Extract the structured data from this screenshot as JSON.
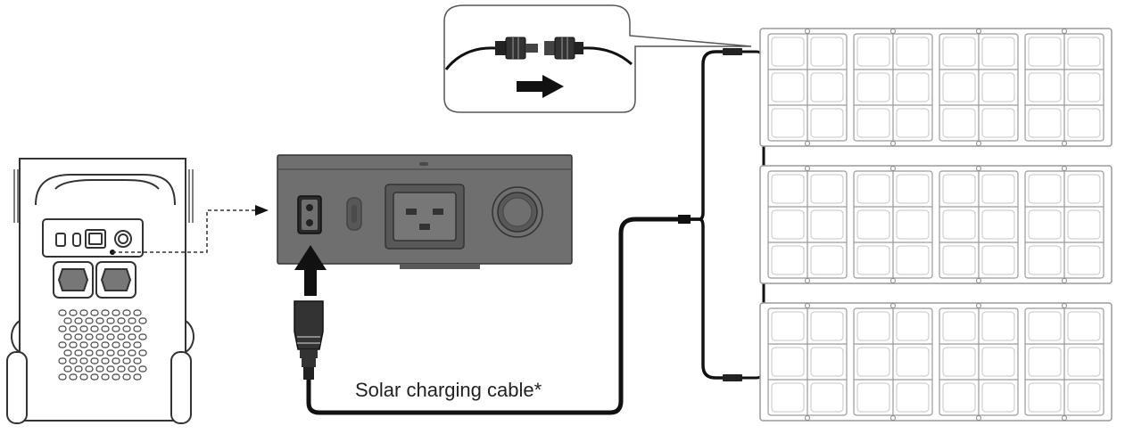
{
  "diagram": {
    "cable_label": "Solar charging cable*",
    "colors": {
      "line": "#333333",
      "panel_fill": "#ffffff",
      "panel_stroke": "#9a9a9a",
      "port_panel_fill": "#6f6f6f",
      "port_panel_dark": "#585858",
      "arrow": "#111111"
    },
    "icons": {
      "station": "power-station-icon",
      "solar_panel": "solar-panel-icon",
      "connector": "mc4-connector-icon",
      "arrow": "arrow-icon"
    },
    "solar_panel_count": 3,
    "panel_folds": 4
  }
}
